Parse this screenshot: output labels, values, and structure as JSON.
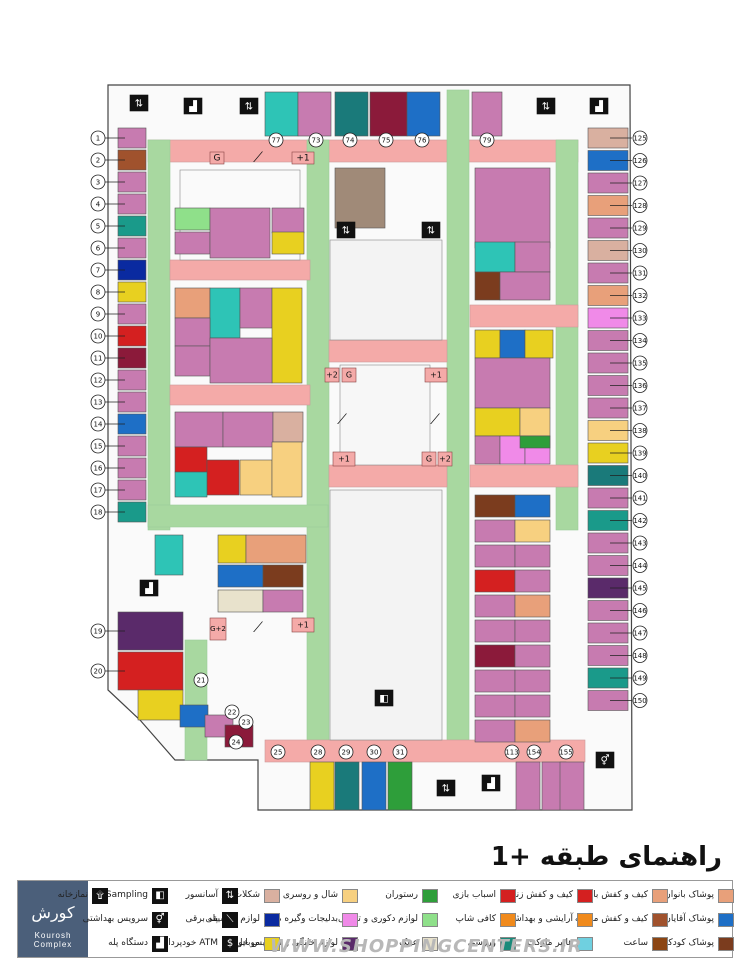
{
  "map_title": "راهنمای طبقه +1",
  "watermark": "WWW.SHOPPINGCENTERS.IR",
  "logo": {
    "name": "کورش",
    "sub": "Kourosh Complex"
  },
  "floor_labels": {
    "g": "G",
    "p1": "+1",
    "p2": "+2",
    "g2": "G+2"
  },
  "left_numbers": [
    "1",
    "2",
    "3",
    "4",
    "5",
    "6",
    "7",
    "8",
    "9",
    "10",
    "11",
    "12",
    "13",
    "14",
    "15",
    "16",
    "17",
    "18",
    "19",
    "20"
  ],
  "right_numbers": [
    "125",
    "126",
    "127",
    "128",
    "129",
    "130",
    "131",
    "132",
    "133",
    "134",
    "135",
    "136",
    "137",
    "138",
    "139",
    "140",
    "141",
    "142",
    "143",
    "144",
    "145",
    "146",
    "147",
    "148",
    "149",
    "150"
  ],
  "top_numbers": [
    "77",
    "73",
    "74",
    "75",
    "76",
    "79"
  ],
  "bottom_numbers": [
    "21",
    "22",
    "23",
    "24",
    "25",
    "28",
    "29",
    "30",
    "31",
    "113",
    "154",
    "155"
  ],
  "legend": {
    "categories": [
      {
        "label": "پوشاک بانوان",
        "color": "#e8a07a"
      },
      {
        "label": "پوشاک آقایان",
        "color": "#1e6fc6"
      },
      {
        "label": "پوشاک کودکان",
        "color": "#7b3c1e"
      },
      {
        "label": "کیف و کفش بانوان",
        "color": "#e8a07a"
      },
      {
        "label": "کیف و کفش مردانه",
        "color": "#a0522d"
      },
      {
        "label": "ساعت",
        "color": "#8b4513"
      },
      {
        "label": "کیف و کفش زنانه",
        "color": "#d42020"
      },
      {
        "label": "آرایشی و بهداشتی",
        "color": "#f08a1c"
      },
      {
        "label": "هایپر مارکت",
        "color": "#6fd0e0"
      },
      {
        "label": "اسباب بازی",
        "color": "#d42020"
      },
      {
        "label": "کافی شاپ",
        "color": "#f08a1c"
      },
      {
        "label": "ورزشی",
        "color": "#1a8a7a"
      },
      {
        "label": "رستوران",
        "color": "#2e9e3a"
      },
      {
        "label": "لوازم دکوری و تزئینی",
        "color": "#8fe08a"
      },
      {
        "label": "عینک",
        "color": "#e8e2cc"
      },
      {
        "label": "شال و روسری",
        "color": "#f7d080"
      },
      {
        "label": "بدلیجات وگیره مو",
        "color": "#f08ae8"
      },
      {
        "label": "لوازم خانگی و سرویس خواب",
        "color": "#5a2a6a"
      },
      {
        "label": "شکلات",
        "color": "#d9b0a0"
      },
      {
        "label": "لوازم موسیقی",
        "color": "#0a2aa0"
      },
      {
        "label": "موبایل",
        "color": "#e8d020"
      }
    ],
    "amenities": [
      {
        "label": "آسانسور",
        "icon": "elevator-icon",
        "glyph": "⇅"
      },
      {
        "label": "پله برقی",
        "icon": "escalator-icon",
        "glyph": "⟋"
      },
      {
        "label": "ATM خودپرداز",
        "icon": "atm-icon",
        "glyph": "$"
      },
      {
        "label": "Sampling",
        "icon": "sampling-icon",
        "glyph": "◧"
      },
      {
        "label": "سرویس بهداشتی",
        "icon": "restroom-icon",
        "glyph": "⚥"
      },
      {
        "label": "دستگاه پله",
        "icon": "stairs-icon",
        "glyph": "▟"
      },
      {
        "label": "نمازخانه",
        "icon": "prayer-room-icon",
        "glyph": "۩"
      }
    ]
  }
}
